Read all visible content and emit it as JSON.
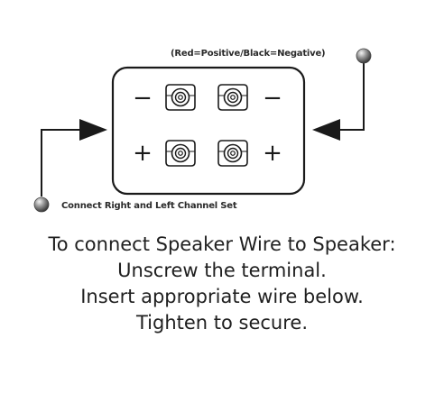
{
  "callouts": {
    "polarity": "(Red=Positive/Black=Negative)",
    "channel": "Connect Right and Left Channel Set"
  },
  "terminal_panel": {
    "rows": [
      {
        "sign": "−",
        "terminals": [
          "left-negative",
          "right-negative"
        ]
      },
      {
        "sign": "+",
        "terminals": [
          "left-positive",
          "right-positive"
        ]
      }
    ]
  },
  "instructions": [
    "To connect Speaker Wire to Speaker:",
    "Unscrew the terminal.",
    "Insert appropriate wire below.",
    "Tighten to secure."
  ]
}
